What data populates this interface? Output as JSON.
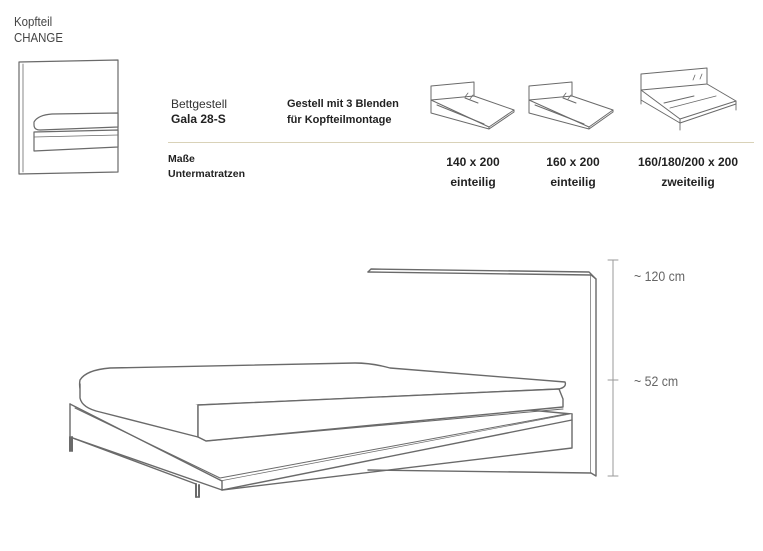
{
  "header": {
    "title_line1": "Kopfteil",
    "title_line2": "CHANGE"
  },
  "model": {
    "label": "Bettgestell",
    "name": "Gala 28-S"
  },
  "description": {
    "line1": "Gestell mit 3 Blenden",
    "line2": "für Kopfteilmontage"
  },
  "mass": {
    "line1": "Maße",
    "line2": "Untermatratzen"
  },
  "variants": [
    {
      "size": "140 x 200",
      "type": "einteilig"
    },
    {
      "size": "160 x 200",
      "type": "einteilig"
    },
    {
      "size": "160/180/200 x 200",
      "type": "zweiteilig"
    }
  ],
  "dimensions": {
    "total_height": "~ 120 cm",
    "frame_height": "~ 52 cm"
  },
  "colors": {
    "line": "#6a6a6a",
    "divider": "#d9d2b8",
    "text": "#222222"
  }
}
